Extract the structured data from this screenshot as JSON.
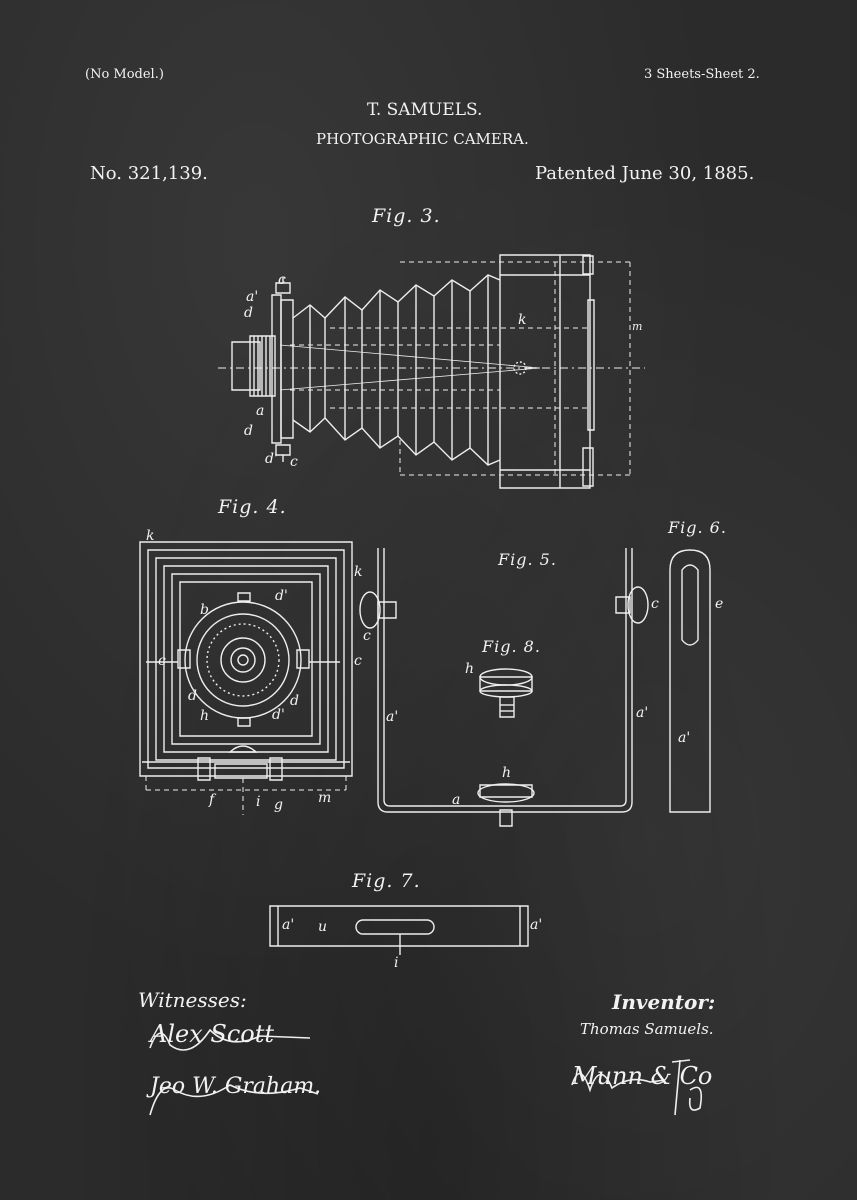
{
  "header": {
    "no_model": "(No Model.)",
    "sheets": "3 Sheets-Sheet 2.",
    "inventor_name": "T. SAMUELS.",
    "title": "PHOTOGRAPHIC CAMERA.",
    "patent_no": "No. 321,139.",
    "patent_date": "Patented June 30, 1885."
  },
  "figures": {
    "fig3": "Fig. 3.",
    "fig4": "Fig. 4.",
    "fig5": "Fig. 5.",
    "fig6": "Fig. 6.",
    "fig7": "Fig. 7.",
    "fig8": "Fig. 8."
  },
  "labels": {
    "c": "c",
    "a_prime": "a'",
    "d": "d",
    "a": "a",
    "d_prime": "d'",
    "k": "k",
    "m": "m",
    "b": "b",
    "h": "h",
    "f": "f",
    "i": "i",
    "g": "g",
    "e": "e",
    "u": "u"
  },
  "footer": {
    "witnesses_label": "Witnesses:",
    "witness1": "Alex Scott",
    "witness2": "Jeo W. Graham.",
    "inventor_label": "Inventor:",
    "inventor_name": "Thomas Samuels.",
    "attorney": "Munn & Co"
  },
  "colors": {
    "board": "#2b2b2b",
    "chalk": "#f0f0f0"
  }
}
